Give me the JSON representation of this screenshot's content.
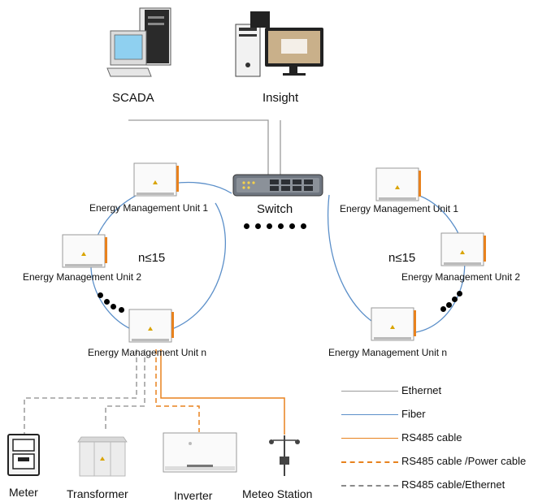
{
  "top": {
    "scada_label": "SCADA",
    "insight_label": "Insight",
    "switch_label": "Switch"
  },
  "left_ring": {
    "unit1": "Energy Management Unit 1",
    "unit2": "Energy Management Unit 2",
    "unitn": "Energy Management Unit n",
    "count": "n≤15"
  },
  "right_ring": {
    "unit1": "Energy Management Unit 1",
    "unit2": "Energy Management Unit 2",
    "unitn": "Energy Management Unit n",
    "count": "n≤15"
  },
  "devices": {
    "meter": "Meter",
    "transformer": "Transformer",
    "inverter": "Inverter",
    "meteo": "Meteo Station"
  },
  "legend": [
    {
      "label": "Ethernet",
      "color": "#9a9a9a",
      "style": "solid"
    },
    {
      "label": "Fiber",
      "color": "#5b8fc9",
      "style": "solid"
    },
    {
      "label": "RS485 cable",
      "color": "#e8821e",
      "style": "solid"
    },
    {
      "label": "RS485 cable /Power cable",
      "color": "#e8821e",
      "style": "dashed"
    },
    {
      "label": "RS485 cable/Ethernet",
      "color": "#8a8a8a",
      "style": "dashed"
    }
  ],
  "colors": {
    "ethernet": "#9a9a9a",
    "fiber": "#5b8fc9",
    "rs485": "#e8821e"
  }
}
